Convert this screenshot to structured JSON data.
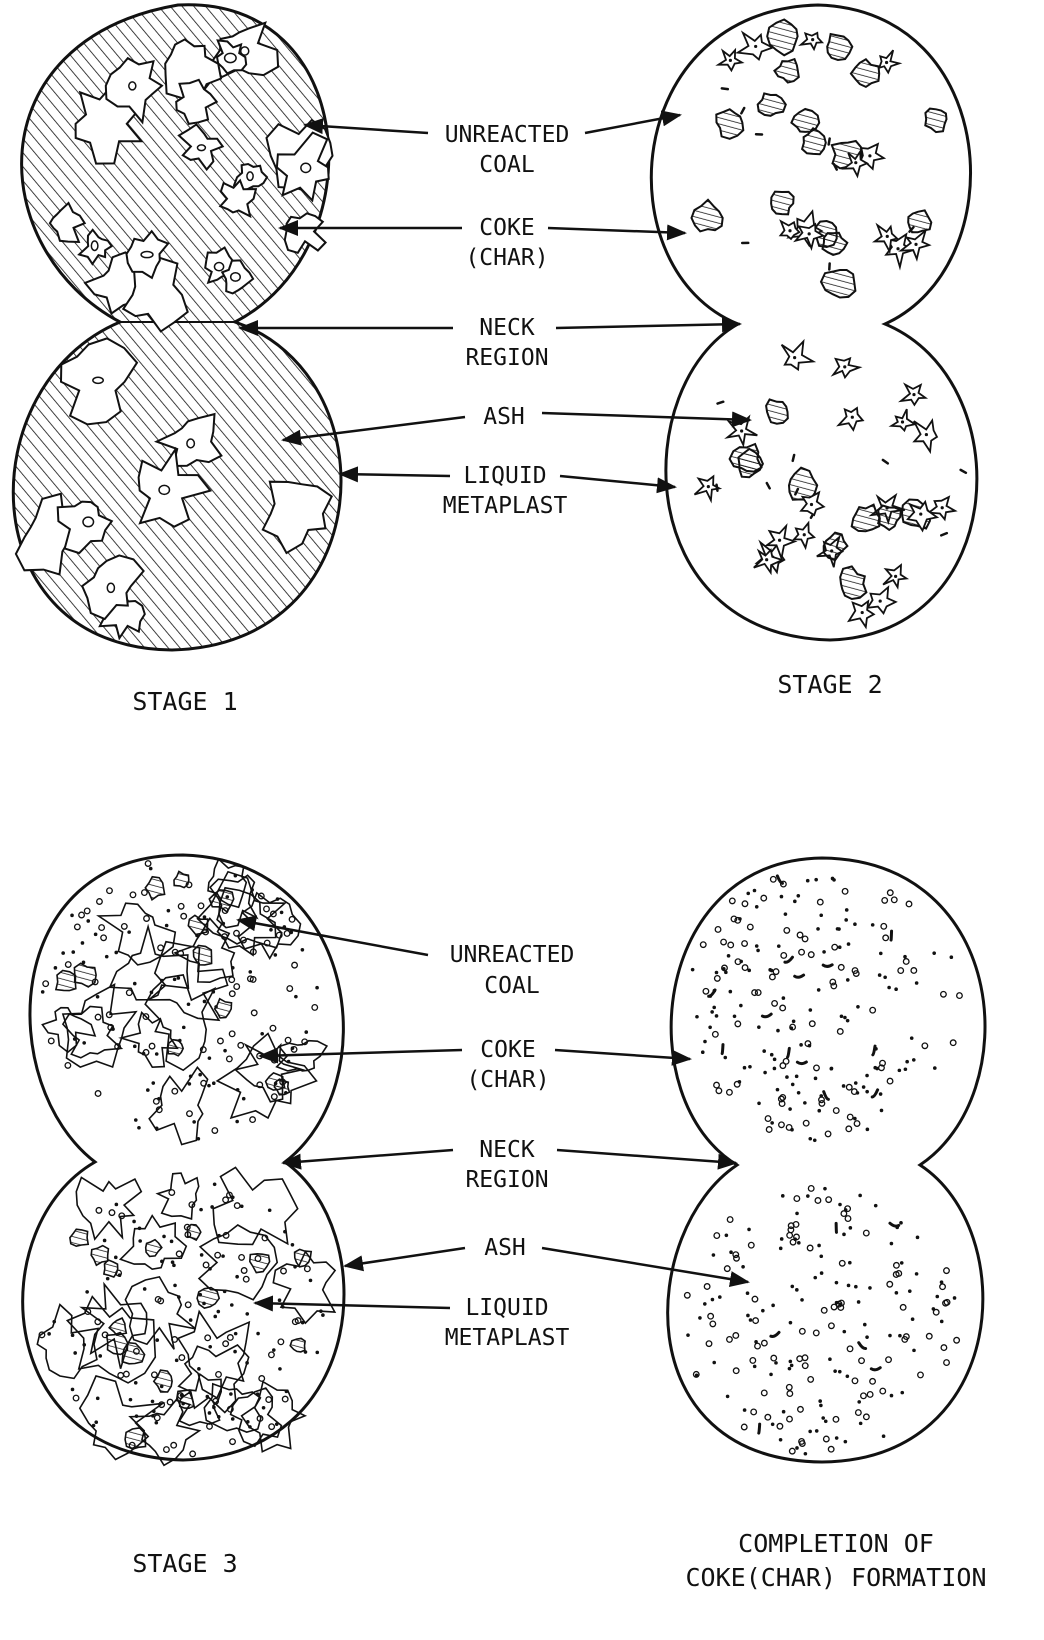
{
  "labels": {
    "unreacted_coal": [
      "UNREACTED",
      "COAL"
    ],
    "coke_char": [
      "COKE",
      "(CHAR)"
    ],
    "neck_region": [
      "NECK",
      "REGION"
    ],
    "ash": [
      "ASH"
    ],
    "liquid_metaplast": [
      "LIQUID",
      "METAPLAST"
    ]
  },
  "captions": {
    "stage1": "STAGE 1",
    "stage2": "STAGE 2",
    "stage3": "STAGE 3",
    "completion": [
      "COMPLETION OF",
      "COKE(CHAR) FORMATION"
    ]
  },
  "colors": {
    "ink": "#111111",
    "paper": "#ffffff"
  }
}
